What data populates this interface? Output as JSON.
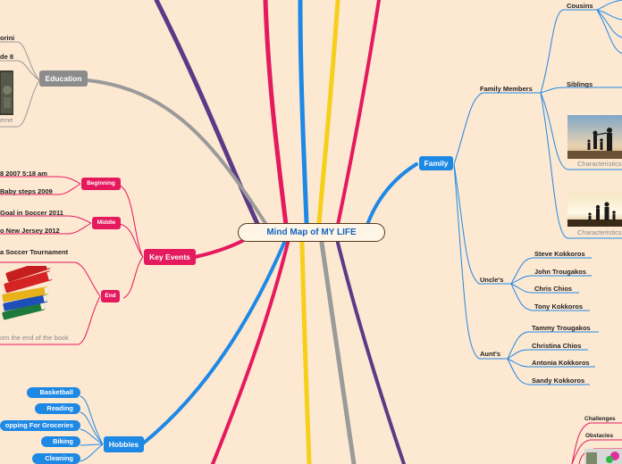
{
  "center": {
    "title": "Mind Map of MY LIFE"
  },
  "branches": {
    "family": {
      "label": "Family",
      "members": {
        "label": "Family Members",
        "cousins": "Cousins",
        "siblings": "Siblings",
        "characteristics_1": "Characteristics",
        "characteristics_2": "Characteristics"
      },
      "uncles": {
        "label": "Uncle's",
        "names": [
          "Steve Kokkoros",
          "John Trougakos",
          "Chris Chios",
          "Tony Kokkoros"
        ]
      },
      "aunts": {
        "label": "Aunt's",
        "names": [
          "Tammy Trougakos",
          "Christina Chios",
          "Antonia Kokkoros",
          "Sandy Kokkoros"
        ]
      }
    },
    "education": {
      "label": "Education",
      "items": [
        "orini",
        "de 8"
      ],
      "caption": "eme"
    },
    "key_events": {
      "label": "Key Events",
      "beginning": {
        "label": "Beginning",
        "items": [
          "8 2007 5:18 am",
          "Baby steps 2009"
        ]
      },
      "middle": {
        "label": "Middle",
        "items": [
          "Goal in Soccer 2011",
          "o New Jersey 2012"
        ]
      },
      "end": {
        "label": "End",
        "items": [
          "a Soccer Tournament"
        ],
        "caption": "om the end of the book"
      }
    },
    "hobbies": {
      "label": "Hobbies",
      "items": [
        "Basketball",
        "Reading",
        "opping For Groceries",
        "Biking",
        "Cleaning"
      ]
    },
    "bottom_right": {
      "items": [
        "Challenges",
        "Obstacles"
      ]
    }
  },
  "colors": {
    "background": "#fde8d2",
    "blue": "#1e88e5",
    "pink": "#e5195d",
    "purple": "#5b3a86",
    "yellow": "#f7cf1a",
    "gray": "#8c8c8c"
  }
}
